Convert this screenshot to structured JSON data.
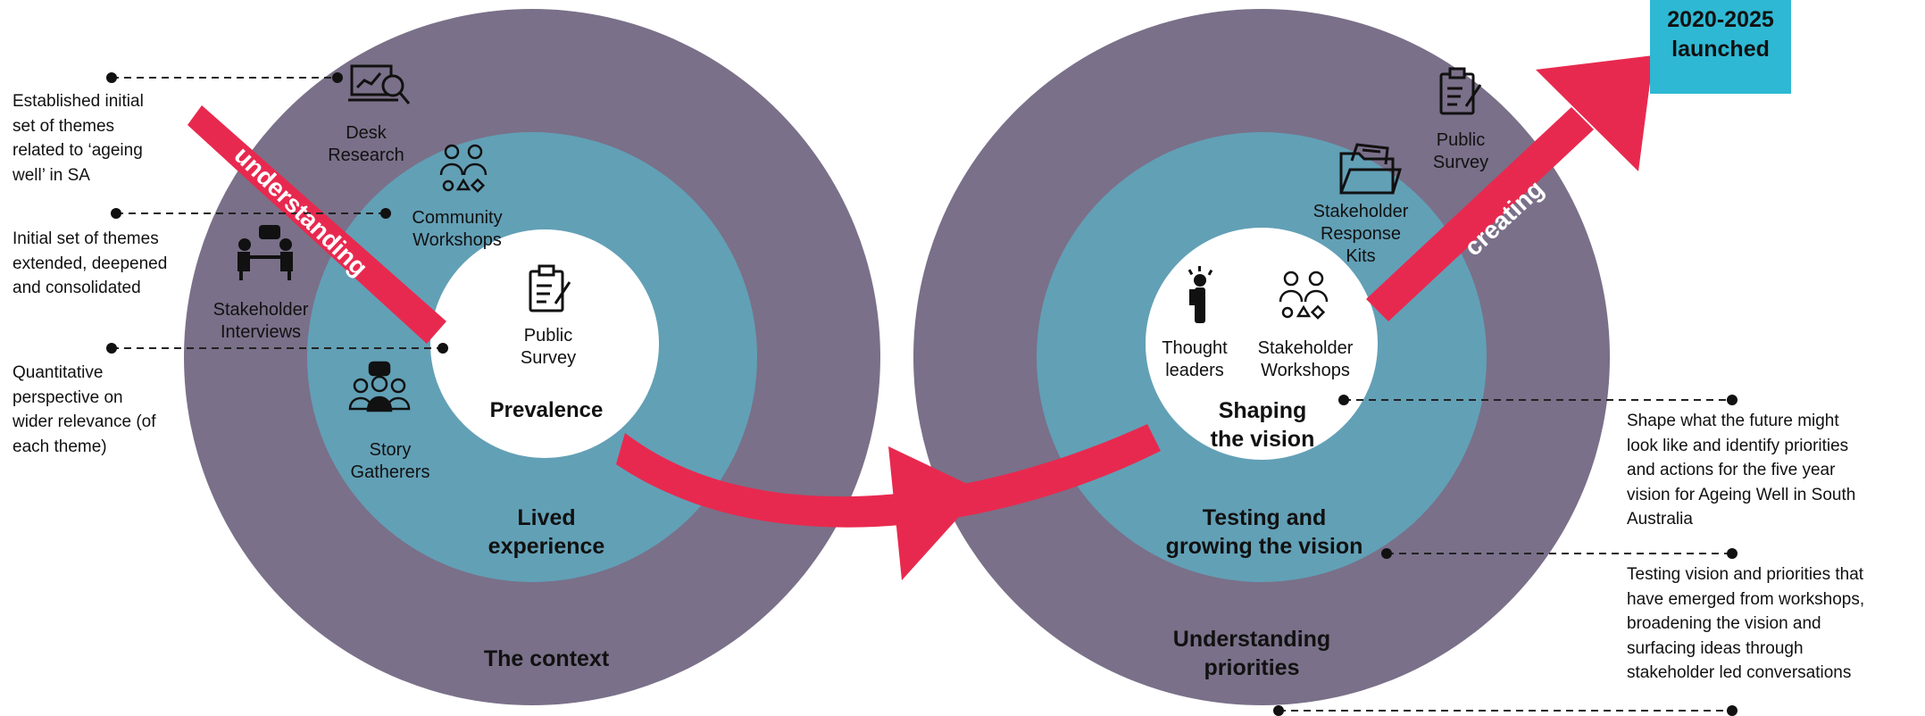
{
  "badge": {
    "text": "2020-2025\nlaunched",
    "color": "#2eb8d3"
  },
  "colors": {
    "outer_ring": "#7a7089",
    "middle_ring": "#62a0b6",
    "inner_circle": "#ffffff",
    "arrow": "#e8294f"
  },
  "arrows": {
    "left_label": "understanding",
    "right_label": "creating"
  },
  "left_circle": {
    "outer_label": "The context",
    "middle_label_1": "Lived",
    "middle_label_2": "experience",
    "inner_label": "Prevalence",
    "inner_item": {
      "line1": "Public",
      "line2": "Survey",
      "icon": "clipboard-icon"
    },
    "items": [
      {
        "line1": "Desk",
        "line2": "Research",
        "icon": "laptop-search-icon"
      },
      {
        "line1": "Community",
        "line2": "Workshops",
        "icon": "group-workshop-icon"
      },
      {
        "line1": "Stakeholder",
        "line2": "Interviews",
        "icon": "interview-icon"
      },
      {
        "line1": "Story",
        "line2": "Gatherers",
        "icon": "story-group-icon"
      }
    ]
  },
  "right_circle": {
    "outer_label_1": "Understanding",
    "outer_label_2": "priorities",
    "middle_label_1": "Testing and",
    "middle_label_2": "growing the vision",
    "inner_label_1": "Shaping",
    "inner_label_2": "the vision",
    "inner_items": [
      {
        "line1": "Thought",
        "line2": "leaders",
        "icon": "thought-leader-icon"
      },
      {
        "line1": "Stakeholder",
        "line2": "Workshops",
        "icon": "group-workshop-icon"
      }
    ],
    "items": [
      {
        "line1": "Public",
        "line2": "Survey",
        "icon": "clipboard-icon"
      },
      {
        "line1": "Stakeholder",
        "line2": "Response",
        "line3": "Kits",
        "icon": "folder-icon"
      }
    ]
  },
  "notes_left": [
    {
      "lines": [
        "Established initial",
        "set of themes",
        "related to ‘ageing",
        "well’ in SA"
      ]
    },
    {
      "lines": [
        "Initial set of themes",
        "extended, deepened",
        "and consolidated"
      ]
    },
    {
      "lines": [
        "Quantitative",
        "perspective on",
        "wider relevance (of",
        "each theme)"
      ]
    }
  ],
  "notes_right": [
    {
      "lines": [
        "Shape what the future might",
        "look like and identify priorities",
        "and actions for the five year",
        "vision for Ageing Well in South",
        "Australia"
      ]
    },
    {
      "lines": [
        "Testing vision and priorities that",
        "have emerged from workshops,",
        "broadening the vision and",
        "surfacing ideas through",
        "stakeholder led conversations"
      ]
    }
  ]
}
